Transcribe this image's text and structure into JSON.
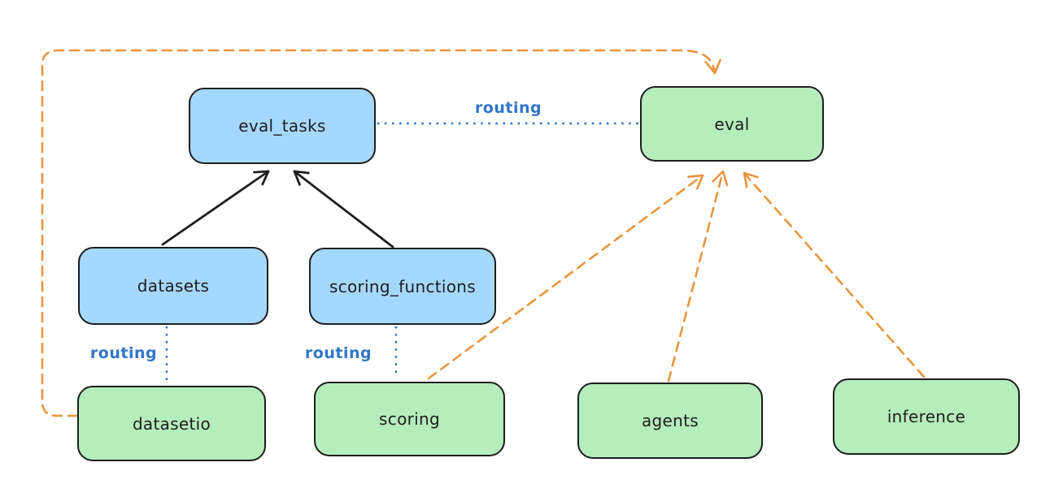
{
  "diagram": {
    "nodes": {
      "eval_tasks": "eval_tasks",
      "eval": "eval",
      "datasets": "datasets",
      "scoring_functions": "scoring_functions",
      "datasetio": "datasetio",
      "scoring": "scoring",
      "agents": "agents",
      "inference": "inference"
    },
    "edge_labels": {
      "routing_top": "routing",
      "routing_datasets": "routing",
      "routing_scoring_functions": "routing"
    },
    "edges": [
      {
        "from": "datasets",
        "to": "eval_tasks",
        "style": "solid-arrow",
        "color": "#1e1e1e"
      },
      {
        "from": "scoring_functions",
        "to": "eval_tasks",
        "style": "solid-arrow",
        "color": "#1e1e1e"
      },
      {
        "from": "eval_tasks",
        "to": "eval",
        "style": "dotted",
        "label": "routing",
        "color": "#3176c9"
      },
      {
        "from": "datasets",
        "to": "datasetio",
        "style": "dotted",
        "label": "routing",
        "color": "#3176c9"
      },
      {
        "from": "scoring_functions",
        "to": "scoring",
        "style": "dotted",
        "label": "routing",
        "color": "#3176c9"
      },
      {
        "from": "datasetio",
        "to": "eval",
        "style": "dashed-arrow",
        "color": "#e8953c"
      },
      {
        "from": "scoring",
        "to": "eval",
        "style": "dashed-arrow",
        "color": "#e8953c"
      },
      {
        "from": "agents",
        "to": "eval",
        "style": "dashed-arrow",
        "color": "#e8953c"
      },
      {
        "from": "inference",
        "to": "eval",
        "style": "dashed-arrow",
        "color": "#e8953c"
      }
    ],
    "colors": {
      "blue_fill": "#a5d8ff",
      "green_fill": "#b5edbc",
      "stroke": "#1e1e1e",
      "routing_blue": "#3176c9",
      "orange": "#e8953c",
      "background": "#ffffff"
    }
  }
}
